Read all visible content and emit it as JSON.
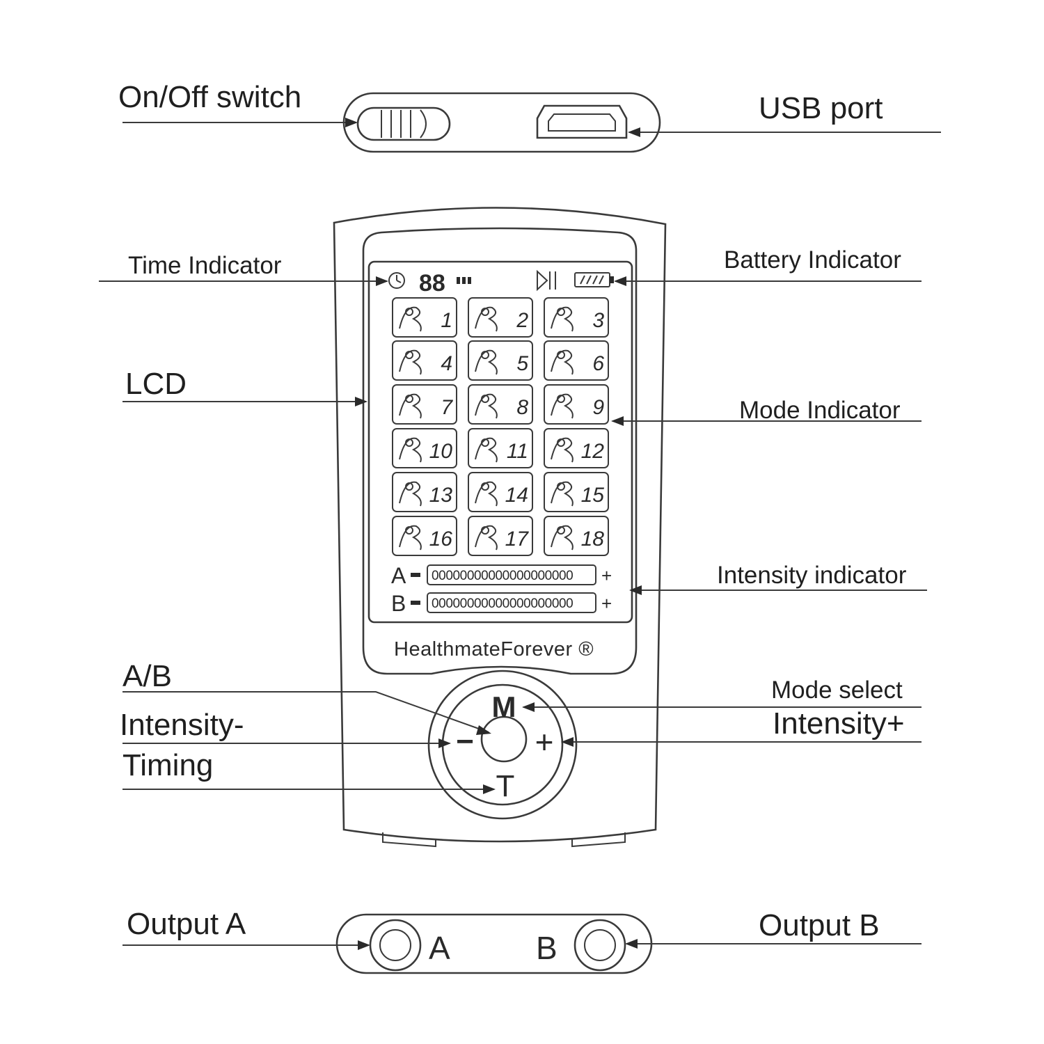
{
  "callouts": {
    "on_off_switch": "On/Off  switch",
    "usb_port": "USB  port",
    "time_indicator": "Time Indicator",
    "battery_indicator": "Battery Indicator",
    "lcd": "LCD",
    "mode_indicator": "Mode Indicator",
    "intensity_indicator": "Intensity indicator",
    "ab": "A/B",
    "intensity_minus": "Intensity-",
    "timing": "Timing",
    "mode_select": "Mode select",
    "intensity_plus": "Intensity+",
    "output_a": "Output  A",
    "output_b": "Output B"
  },
  "device": {
    "brand": "HealthmateForever ®",
    "time_digits": "88",
    "modes": [
      "1",
      "2",
      "3",
      "4",
      "5",
      "6",
      "7",
      "8",
      "9",
      "10",
      "11",
      "12",
      "13",
      "14",
      "15",
      "16",
      "17",
      "18"
    ],
    "channels": [
      "A",
      "B"
    ],
    "intensity_segments": "00000000000000000000",
    "buttons": {
      "mode": "M",
      "timing": "T",
      "minus": "−",
      "plus": "+"
    },
    "ports": {
      "a": "A",
      "b": "B"
    }
  },
  "colors": {
    "line": "#3a3a3a",
    "text": "#1f1f1f"
  }
}
